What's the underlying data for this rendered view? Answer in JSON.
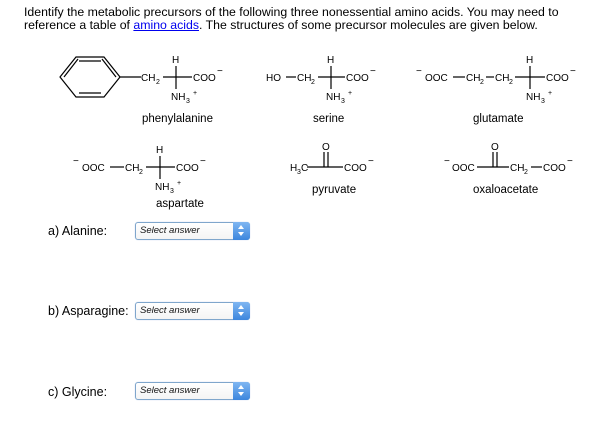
{
  "intro": {
    "text_before_link": "Identify the metabolic precursors of the following three nonessential amino acids. You may need to reference a table of ",
    "link_text": "amino acids",
    "text_after_link": ". The structures of some precursor molecules are given below."
  },
  "structures": [
    {
      "name": "phenylalanine",
      "formula": "C6H5-CH2-CH(NH3+)-COO-"
    },
    {
      "name": "serine",
      "formula": "HO-CH2-CH(NH3+)-COO-"
    },
    {
      "name": "glutamate",
      "formula": "-OOC-CH2-CH2-CH(NH3+)-COO-"
    },
    {
      "name": "aspartate",
      "formula": "-OOC-CH2-CH(NH3+)-COO-"
    },
    {
      "name": "pyruvate",
      "formula": "H3C-C(=O)-COO-"
    },
    {
      "name": "oxaloacetate",
      "formula": "-OOC-C(=O)-CH2-COO-"
    }
  ],
  "chem_labels": {
    "H": "H",
    "CH": "CH",
    "C": "C",
    "COO": "COO",
    "NH": "NH",
    "OOC": "OOC",
    "HO": "HO",
    "O": "O",
    "sub2": "2",
    "sub3": "3",
    "plus": "+",
    "minus": "−",
    "H3C_H": "H",
    "H3C_C": "C"
  },
  "questions": [
    {
      "label": "a) Alanine:",
      "selected": "Select answer"
    },
    {
      "label": "b) Asparagine:",
      "selected": "Select answer"
    },
    {
      "label": "c) Glycine:",
      "selected": "Select answer"
    }
  ]
}
